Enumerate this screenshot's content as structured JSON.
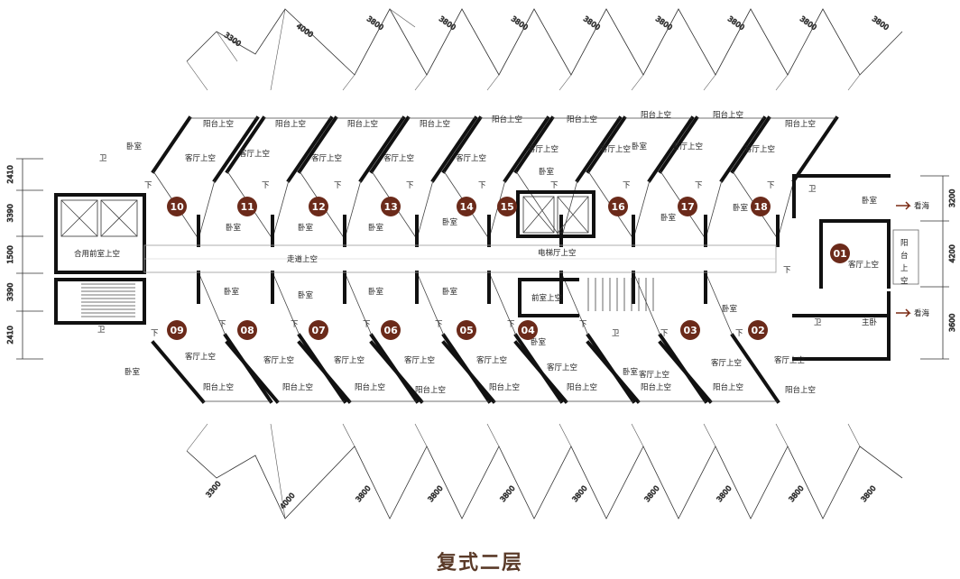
{
  "caption": "复式二层",
  "colors": {
    "unit_badge": "#6b2a1a",
    "wall": "#111111",
    "arrow": "#7a2a14"
  },
  "labels": {
    "bedroom": "卧室",
    "master_bedroom": "主卧",
    "bath": "卫",
    "living_void": "客厅上空",
    "balcony_void": "阳台上空",
    "corridor_void": "走道上空",
    "elevator_hall_void": "电梯厅上空",
    "shared_front_void": "合用前室上空",
    "front_room_void": "前室上空",
    "balcony_void_vertical": "阳台上空",
    "down": "下",
    "sea_view": "看海"
  },
  "units_top": [
    "10",
    "11",
    "12",
    "13",
    "14",
    "15",
    "16",
    "17",
    "18"
  ],
  "units_bottom": [
    "09",
    "08",
    "07",
    "06",
    "05",
    "04",
    "03",
    "02"
  ],
  "unit_right": "01",
  "dims_top": [
    "3300",
    "4000",
    "3800",
    "3800",
    "3800",
    "3800",
    "3800",
    "3800",
    "3800",
    "3800"
  ],
  "dims_bottom": [
    "3300",
    "4000",
    "3800",
    "3800",
    "3800",
    "3800",
    "3800",
    "3800",
    "3800",
    "3800"
  ],
  "dims_left": [
    "2410",
    "3390",
    "1500",
    "3390",
    "2410"
  ],
  "dims_right": [
    "3200",
    "4200",
    "3600"
  ]
}
